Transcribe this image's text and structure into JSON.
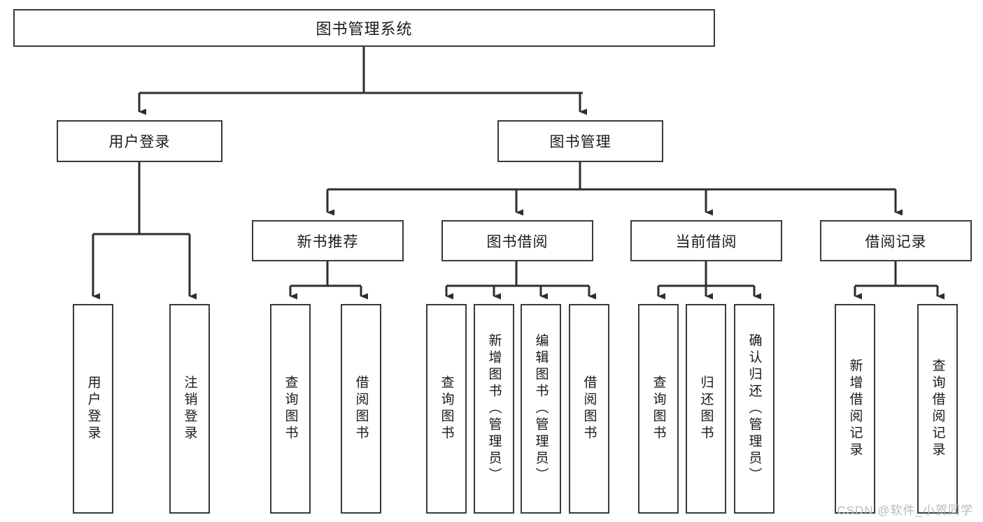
{
  "diagram": {
    "type": "tree",
    "title": "图书管理系统",
    "watermark": "CSDN @软件_小贺同学",
    "colors": {
      "border": "#3a3a3a",
      "background": "#ffffff",
      "text": "#1a1a1a",
      "connector": "#2e2e2e",
      "watermark": "#b9b9b9"
    },
    "nodes": {
      "root": "图书管理系统",
      "level2": {
        "user_login": "用户登录",
        "book_manage": "图书管理"
      },
      "level3": {
        "new_book_rec": "新书推荐",
        "book_borrow": "图书借阅",
        "current_borrow": "当前借阅",
        "borrow_record": "借阅记录"
      },
      "leaves": {
        "user_login_1": "用户登录",
        "user_login_2": "注销登录",
        "new_book_rec_1": "查询图书",
        "new_book_rec_2": "借阅图书",
        "book_borrow_1": "查询图书",
        "book_borrow_2": "新增图书（管理员）",
        "book_borrow_3": "编辑图书（管理员）",
        "book_borrow_4": "借阅图书",
        "current_borrow_1": "查询图书",
        "current_borrow_2": "归还图书",
        "current_borrow_3": "确认归还（管理员）",
        "borrow_record_1": "新增借阅记录",
        "borrow_record_2": "查询借阅记录"
      }
    },
    "edges": [
      {
        "from": "root",
        "to": "user_login"
      },
      {
        "from": "root",
        "to": "book_manage"
      },
      {
        "from": "user_login",
        "to": "user_login_1"
      },
      {
        "from": "user_login",
        "to": "user_login_2"
      },
      {
        "from": "book_manage",
        "to": "new_book_rec"
      },
      {
        "from": "book_manage",
        "to": "book_borrow"
      },
      {
        "from": "book_manage",
        "to": "current_borrow"
      },
      {
        "from": "book_manage",
        "to": "borrow_record"
      },
      {
        "from": "new_book_rec",
        "to": "new_book_rec_1"
      },
      {
        "from": "new_book_rec",
        "to": "new_book_rec_2"
      },
      {
        "from": "book_borrow",
        "to": "book_borrow_1"
      },
      {
        "from": "book_borrow",
        "to": "book_borrow_2"
      },
      {
        "from": "book_borrow",
        "to": "book_borrow_3"
      },
      {
        "from": "book_borrow",
        "to": "book_borrow_4"
      },
      {
        "from": "current_borrow",
        "to": "current_borrow_1"
      },
      {
        "from": "current_borrow",
        "to": "current_borrow_2"
      },
      {
        "from": "current_borrow",
        "to": "current_borrow_3"
      },
      {
        "from": "borrow_record",
        "to": "borrow_record_1"
      },
      {
        "from": "borrow_record",
        "to": "borrow_record_2"
      }
    ]
  }
}
